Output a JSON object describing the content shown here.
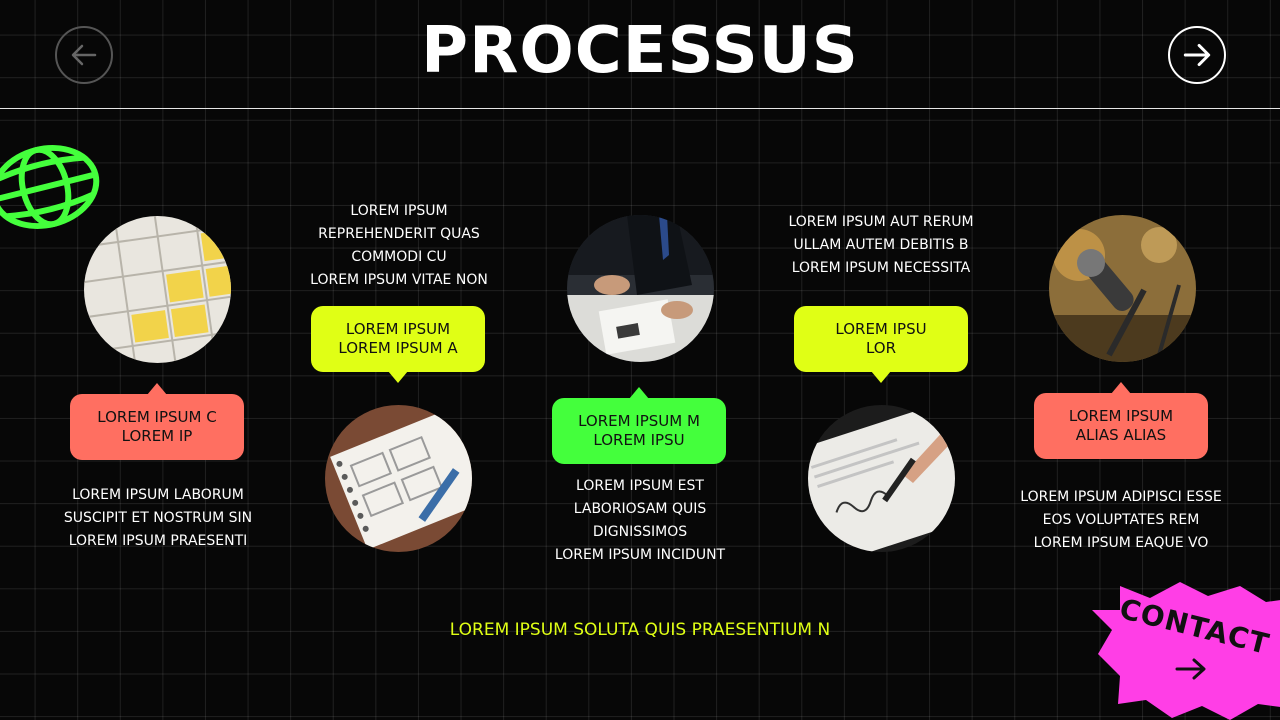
{
  "title": "PROCESSUS",
  "nav": {
    "prev_icon": "arrow-left-icon",
    "next_icon": "arrow-right-icon"
  },
  "steps": [
    {
      "photo": "calendar-photo",
      "bubble_line1": "LOREM IPSUM C",
      "bubble_line2": "LOREM IP",
      "desc": [
        "LOREM IPSUM LABORUM",
        "SUSCIPIT ET NOSTRUM SIN",
        "LOREM IPSUM PRAESENTI"
      ]
    },
    {
      "photo": "sketchbook-photo",
      "bubble_line1": "LOREM IPSUM",
      "bubble_line2": "LOREM IPSUM A",
      "desc": [
        "LOREM IPSUM",
        "REPREHENDERIT QUAS",
        "COMMODI CU",
        "LOREM IPSUM VITAE NON"
      ]
    },
    {
      "photo": "meeting-photo",
      "bubble_line1": "LOREM IPSUM M",
      "bubble_line2": "LOREM IPSU",
      "desc": [
        "LOREM IPSUM EST",
        "LABORIOSAM QUIS",
        "DIGNISSIMOS",
        "LOREM IPSUM INCIDUNT"
      ]
    },
    {
      "photo": "signing-photo",
      "bubble_line1": "LOREM IPSU",
      "bubble_line2": "LOR",
      "desc": [
        "LOREM IPSUM AUT RERUM",
        "ULLAM AUTEM DEBITIS B",
        "LOREM IPSUM NECESSITA"
      ]
    },
    {
      "photo": "microphone-photo",
      "bubble_line1": "LOREM IPSUM",
      "bubble_line2": "ALIAS ALIAS",
      "desc": [
        "LOREM IPSUM ADIPISCI ESSE",
        "EOS VOLUPTATES REM",
        "LOREM IPSUM EAQUE VO"
      ]
    }
  ],
  "footer": "LOREM IPSUM SOLUTA QUIS PRAESENTIUM N",
  "contact": {
    "label": "CONTACT",
    "icon": "arrow-right-icon"
  },
  "colors": {
    "lime": "#e0ff15",
    "green": "#44ff3c",
    "coral": "#ff6f61",
    "magenta": "#ff3ee6"
  }
}
